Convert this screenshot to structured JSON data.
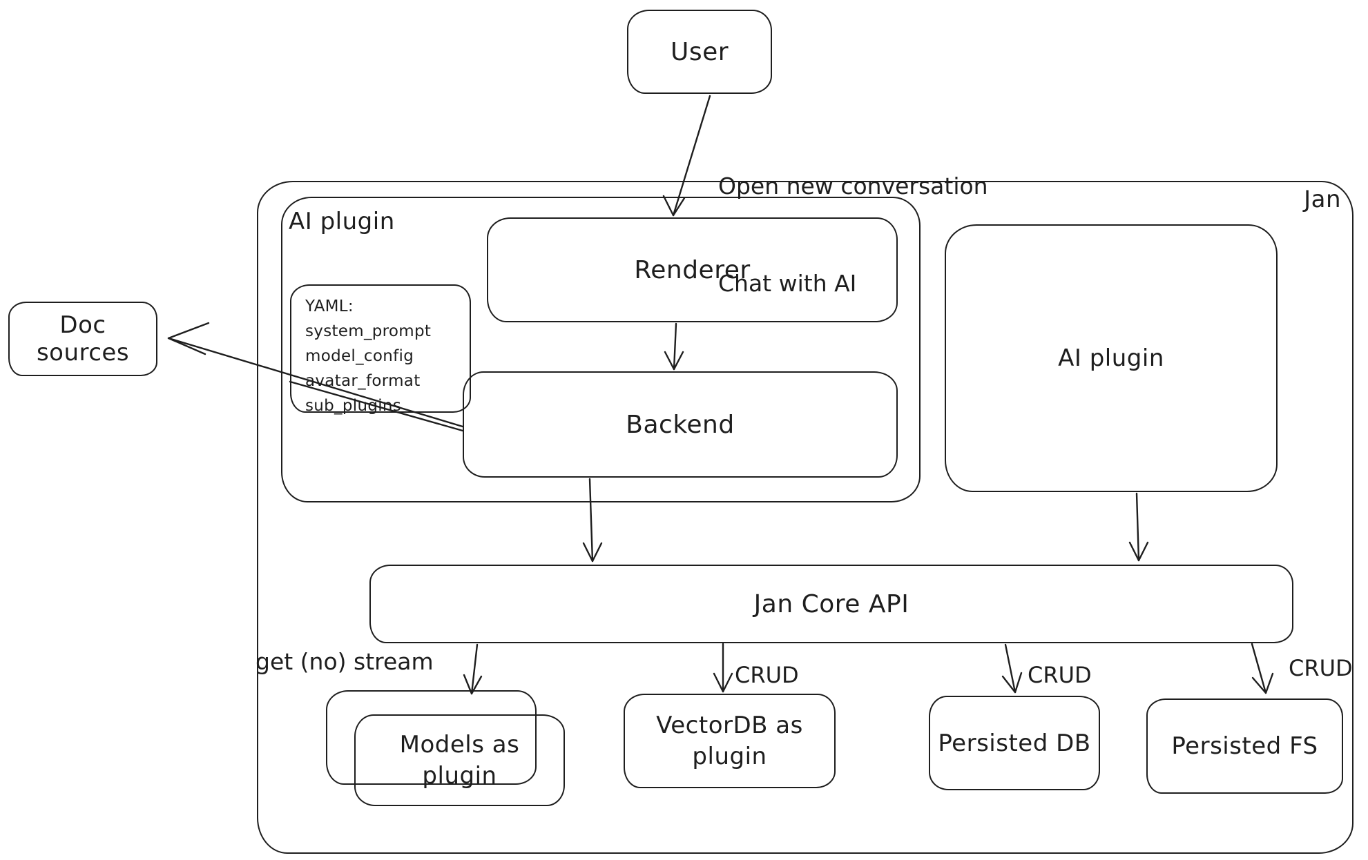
{
  "canvas": {
    "background": "#ffffff",
    "stroke": "#1e1e1e"
  },
  "nodes": {
    "user": {
      "label": "User"
    },
    "jan_container": {
      "label": "Jan"
    },
    "ai_plugin_container": {
      "label": "AI plugin"
    },
    "yaml_note": {
      "lines": [
        "YAML:",
        "system_prompt",
        "model_config",
        "avatar_format",
        "sub_plugins"
      ]
    },
    "renderer": {
      "label": "Renderer"
    },
    "backend": {
      "label": "Backend"
    },
    "doc_sources": {
      "label": "Doc sources"
    },
    "ai_plugin_box": {
      "label": "AI plugin"
    },
    "jan_core_api": {
      "label": "Jan Core API"
    },
    "models_as_plugin": {
      "label": "Models as plugin"
    },
    "vectordb_as_plugin": {
      "label": "VectorDB as plugin"
    },
    "persisted_db": {
      "label": "Persisted DB"
    },
    "persisted_fs": {
      "label": "Persisted FS"
    }
  },
  "edge_labels": {
    "user_flow_line1": "Open new conversation",
    "user_flow_line2": "Chat with AI",
    "models_edge": "get (no) stream",
    "vectordb_edge": "CRUD",
    "persisted_db_edge": "CRUD",
    "persisted_fs_edge": "CRUD"
  }
}
